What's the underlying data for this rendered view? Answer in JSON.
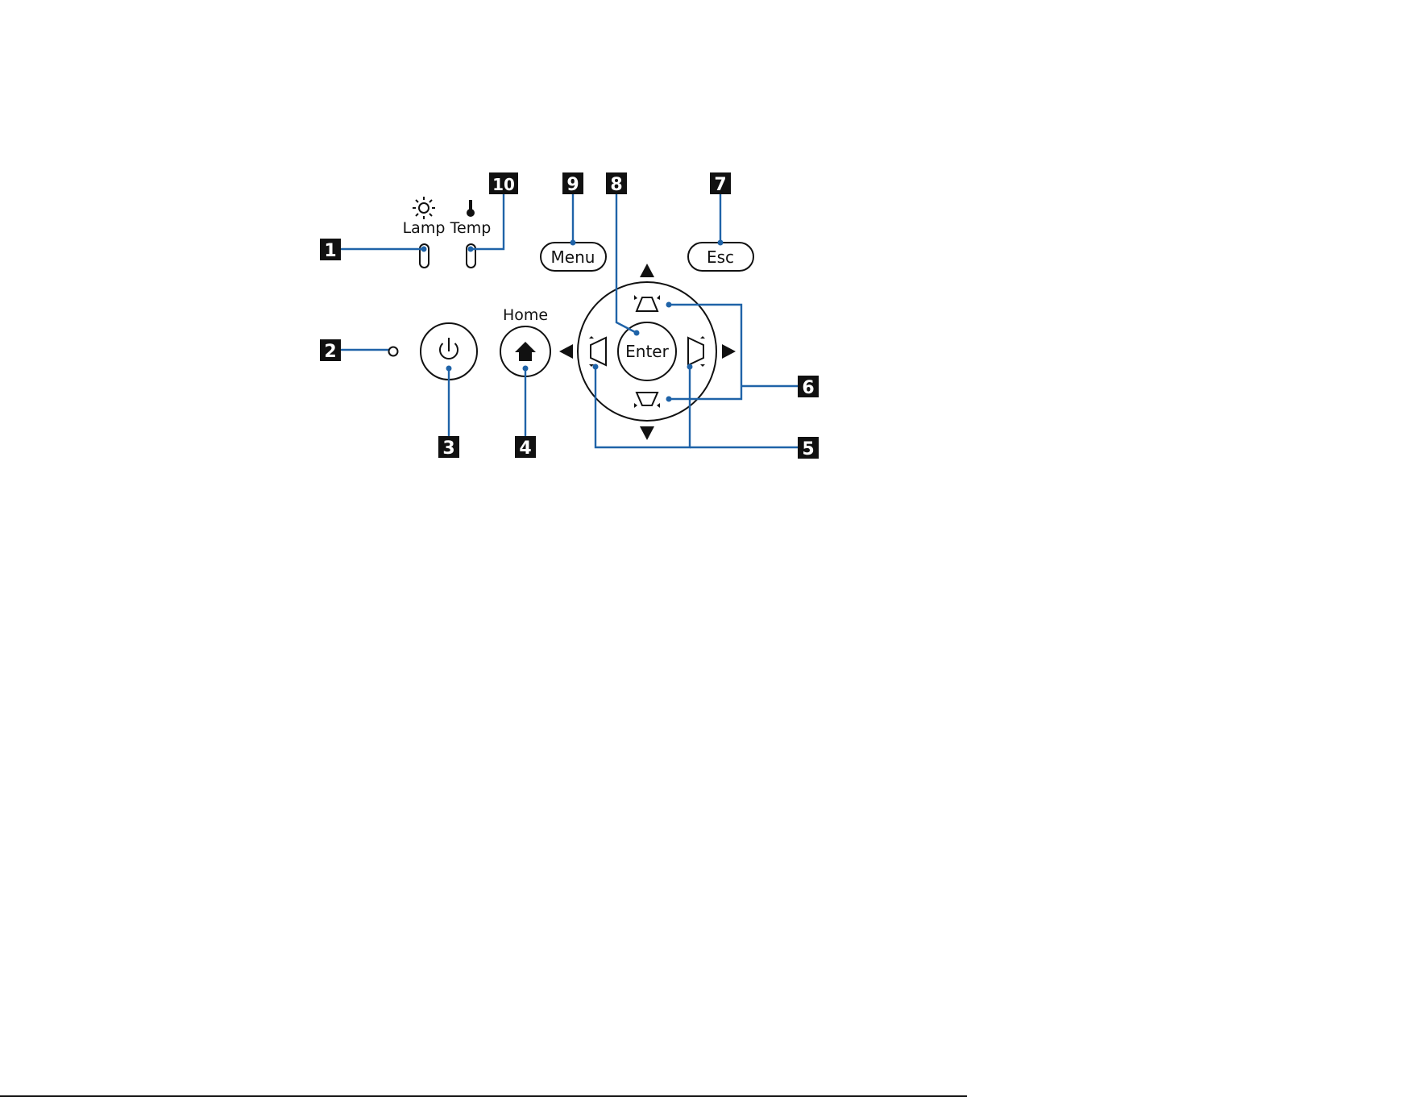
{
  "colors": {
    "leader": "#1f63a8",
    "callout_bg": "#111111",
    "outline": "#111111"
  },
  "indicators": {
    "lamp": {
      "label": "Lamp",
      "icon": "lamp-icon"
    },
    "temp": {
      "label": "Temp",
      "icon": "thermometer-icon"
    }
  },
  "buttons": {
    "menu": "Menu",
    "esc": "Esc",
    "enter": "Enter",
    "home_label": "Home",
    "power_icon": "power-icon",
    "home_icon": "house-icon"
  },
  "callouts": [
    "1",
    "2",
    "3",
    "4",
    "5",
    "6",
    "7",
    "8",
    "9",
    "10"
  ]
}
